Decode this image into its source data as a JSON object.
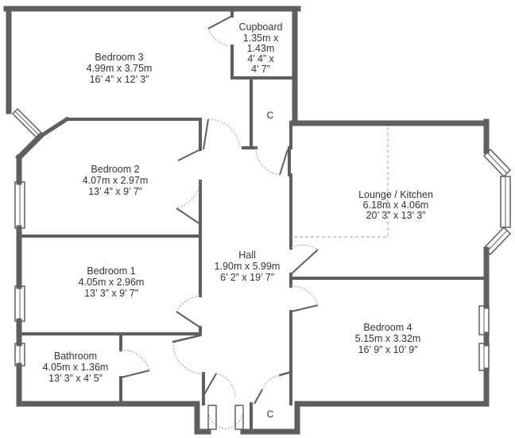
{
  "colors": {
    "wall": "#5f5f5f",
    "door_arc": "#9a9a9a",
    "text": "#333333"
  },
  "rooms": {
    "bedroom3": {
      "name": "Bedroom 3",
      "metric": "4.99m x 3.75m",
      "imperial": "16’ 4” x 12’ 3”"
    },
    "cupboard": {
      "name": "Cupboard",
      "line1": "1.35m x",
      "line2": "1.43m",
      "line3": "4’ 4” x",
      "line4": "4’ 7”"
    },
    "cupboard_c1": {
      "name": "C"
    },
    "cupboard_c2": {
      "name": "C"
    },
    "bedroom2": {
      "name": "Bedroom 2",
      "metric": "4.07m x 2.97m",
      "imperial": "13’ 4” x 9’ 7”"
    },
    "lounge": {
      "name": "Lounge / Kitchen",
      "metric": "6.18m x 4.06m",
      "imperial": "20’ 3” x 13’ 3”"
    },
    "hall": {
      "name": "Hall",
      "metric": "1.90m x 5.99m",
      "imperial": "6’ 2” x 19’ 7”"
    },
    "bedroom1": {
      "name": "Bedroom 1",
      "metric": "4.05m x 2.96m",
      "imperial": "13’ 3” x 9’ 7”"
    },
    "bedroom4": {
      "name": "Bedroom 4",
      "metric": "5.15m x 3.32m",
      "imperial": "16’ 9” x 10’ 9”"
    },
    "bathroom": {
      "name": "Bathroom",
      "metric": "4.05m x 1.36m",
      "imperial": "13’ 3” x 4’ 5”"
    }
  }
}
